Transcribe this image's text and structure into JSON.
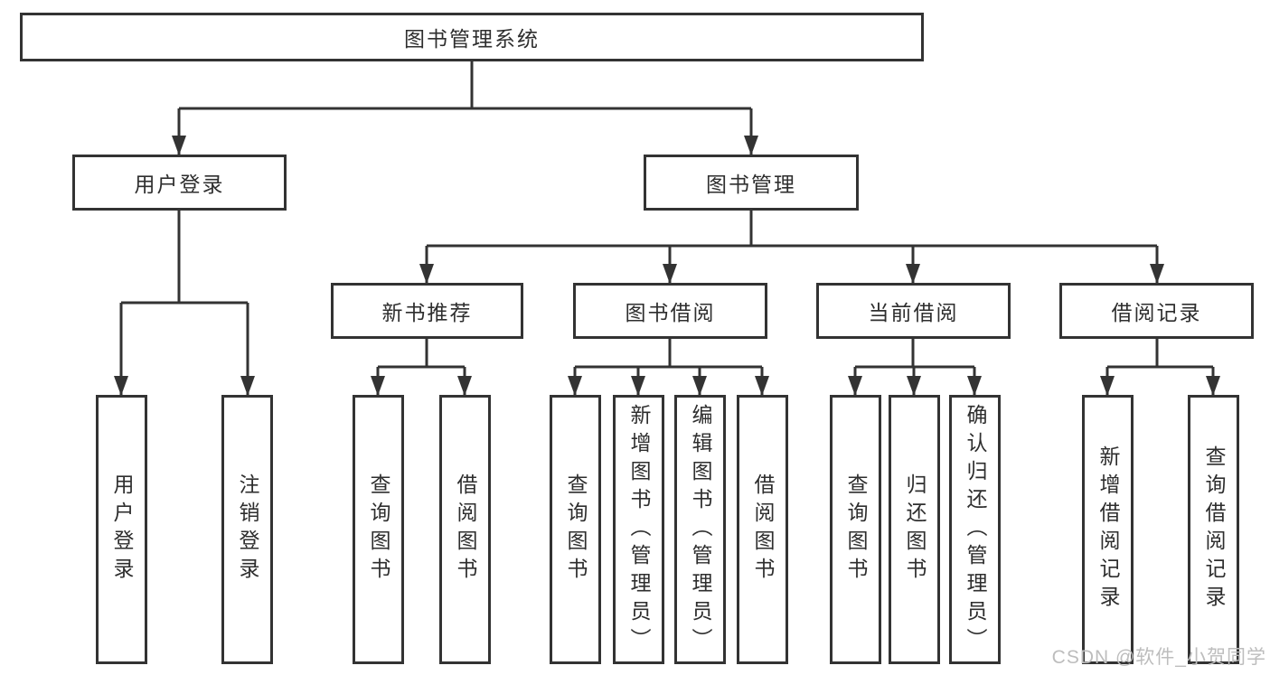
{
  "diagram": {
    "root": {
      "label": "图书管理系统",
      "children": [
        {
          "label": "用户登录",
          "children": [
            {
              "label": "用户登录"
            },
            {
              "label": "注销登录"
            }
          ]
        },
        {
          "label": "图书管理",
          "children": [
            {
              "label": "新书推荐",
              "children": [
                {
                  "label": "查询图书"
                },
                {
                  "label": "借阅图书"
                }
              ]
            },
            {
              "label": "图书借阅",
              "children": [
                {
                  "label": "查询图书"
                },
                {
                  "label": "新增图书（管理员）"
                },
                {
                  "label": "编辑图书（管理员）"
                },
                {
                  "label": "借阅图书"
                }
              ]
            },
            {
              "label": "当前借阅",
              "children": [
                {
                  "label": "查询图书"
                },
                {
                  "label": "归还图书"
                },
                {
                  "label": "确认归还（管理员）"
                }
              ]
            },
            {
              "label": "借阅记录",
              "children": [
                {
                  "label": "新增借阅记录"
                },
                {
                  "label": "查询借阅记录"
                }
              ]
            }
          ]
        }
      ]
    }
  },
  "watermark": {
    "text": "CSDN @软件_小贺同学"
  },
  "colors": {
    "line": "#333333",
    "box_border": "#333333",
    "text": "#2e2e2e",
    "background": "#ffffff",
    "watermark": "#bdbdbd"
  }
}
